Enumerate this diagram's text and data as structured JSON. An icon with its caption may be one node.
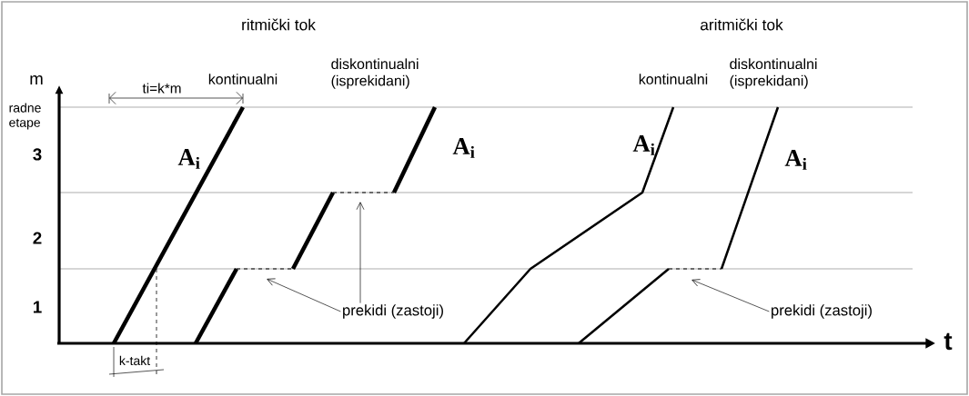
{
  "diagram": {
    "nodes": [
      {
        "text": [
          "prekidi (zastoji)"
        ]
      },
      {
        "text": [
          "prekidi (zastoji)"
        ]
      }
    ],
    "edges": [
      {
        "from": 0,
        "to": null,
        "arrow": "to"
      },
      {
        "from": 0,
        "to": null,
        "arrow": "to"
      },
      {
        "from": 1,
        "to": null,
        "arrow": "to"
      }
    ],
    "labels": [
      "ritmički tok",
      "aritmički tok",
      "m",
      "ti=k*m",
      "kontinualni",
      "diskontinualni (isprekidani)",
      "kontinualni",
      "diskontinualni (isprekidani)",
      "radne etape",
      "3",
      "A$_{i}$",
      "A$_{i}$",
      "A$_{i}$",
      "A$_{i}$",
      "2",
      "1",
      "t",
      "k-takt"
    ]
  }
}
